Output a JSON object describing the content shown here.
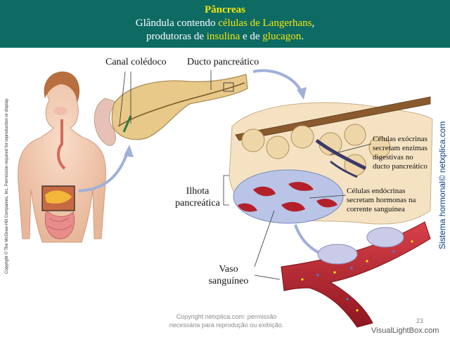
{
  "header": {
    "title": "Pâncreas",
    "line1_pre": "Glândula contendo ",
    "line1_hl": "células de Langerhans",
    "line1_post": ",",
    "line2_pre": "produtoras de ",
    "line2_hl1": "insulina",
    "line2_mid": " e de ",
    "line2_hl2": "glucagon",
    "line2_post": "."
  },
  "labels": {
    "canal": "Canal colédoco",
    "ducto": "Ducto pancreático",
    "exocrinas": [
      "Células exócrinas",
      "secretam enzimas",
      "digestivas no",
      "ducto pancreático"
    ],
    "ilhota": [
      "Ilhota",
      "pancreática"
    ],
    "endocrinas": [
      "Células endócrinas",
      "secretam hormonas na",
      "corrente sanguínea"
    ],
    "vaso": [
      "Vaso",
      "sanguíneo"
    ]
  },
  "side_copyright": "Copyright © The McGraw-Hill Companies, Inc. Permission required for reproduction or display.",
  "side_site": "Sistema hormonal© netxplica.com",
  "footer": {
    "copyright": [
      "Copyright netxplica.com: permissão",
      "necessária para reprodução ou exibição."
    ],
    "page": "23",
    "watermark": "VisualLightBox.com"
  },
  "colors": {
    "header_bg": "#0d6b64",
    "highlight": "#f5e60a",
    "side_text": "#0c3a86",
    "pancreas": "#e8c98a",
    "vessel": "#b3202a"
  }
}
